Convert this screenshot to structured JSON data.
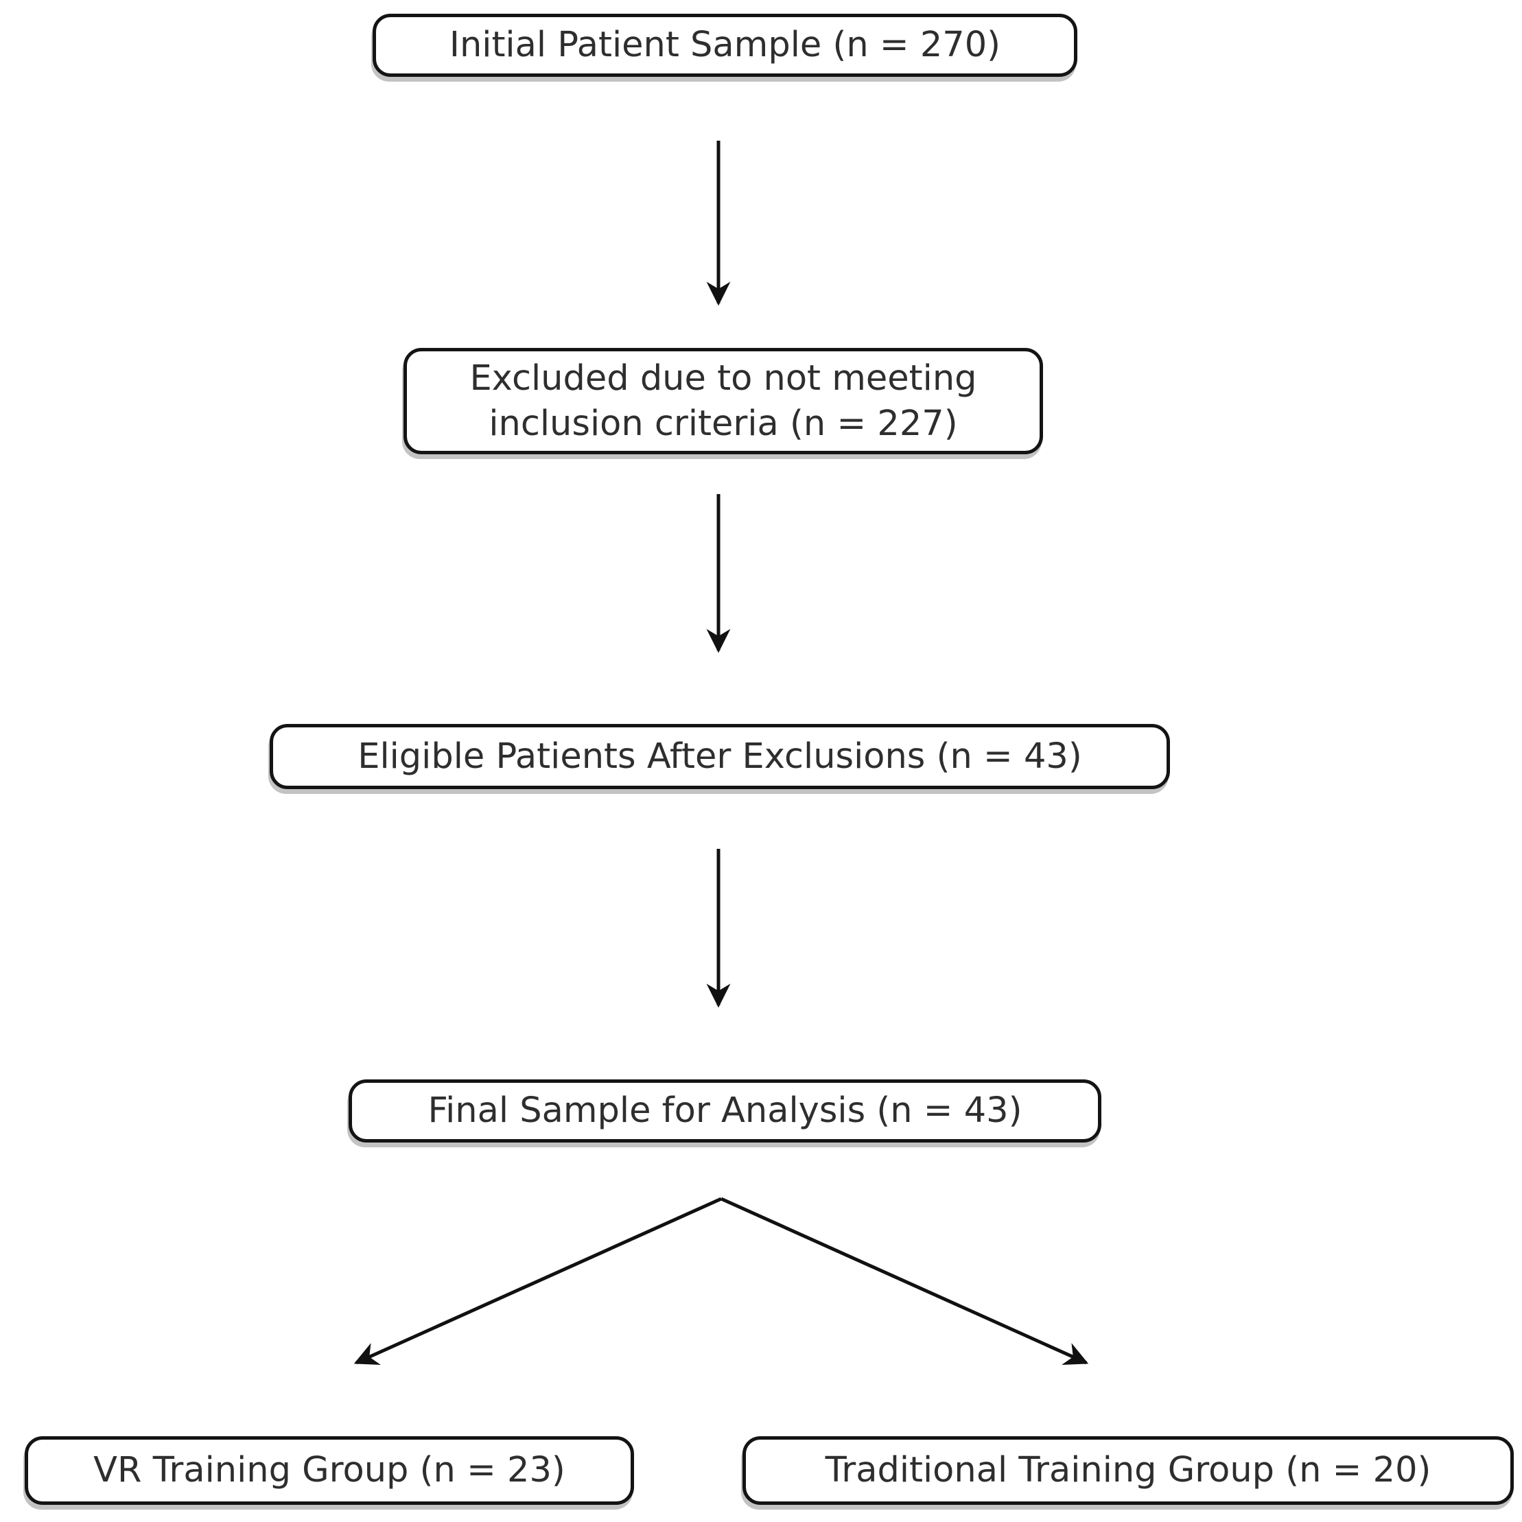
{
  "diagram": {
    "type": "flowchart",
    "nodes": [
      {
        "id": "initial-sample",
        "lines": [
          "Initial Patient Sample (n = 270)"
        ],
        "n": 270
      },
      {
        "id": "excluded",
        "lines": [
          "Excluded due to not meeting",
          "inclusion criteria (n = 227)"
        ],
        "n": 227
      },
      {
        "id": "eligible",
        "lines": [
          "Eligible Patients After Exclusions (n = 43)"
        ],
        "n": 43
      },
      {
        "id": "final-sample",
        "lines": [
          "Final Sample for Analysis (n = 43)"
        ],
        "n": 43
      },
      {
        "id": "vr-group",
        "lines": [
          "VR Training Group (n = 23)"
        ],
        "n": 23
      },
      {
        "id": "traditional-group",
        "lines": [
          "Traditional Training Group (n = 20)"
        ],
        "n": 20
      }
    ],
    "edges": [
      {
        "from": "initial-sample",
        "to": "excluded"
      },
      {
        "from": "excluded",
        "to": "eligible"
      },
      {
        "from": "eligible",
        "to": "final-sample"
      },
      {
        "from": "final-sample",
        "to": "vr-group"
      },
      {
        "from": "final-sample",
        "to": "traditional-group"
      }
    ]
  },
  "colors": {
    "background": "#ffffff",
    "box_border": "#141414",
    "text": "#2e2e2e",
    "arrow": "#111111",
    "shadow": "rgba(135,135,135,0.5)"
  }
}
